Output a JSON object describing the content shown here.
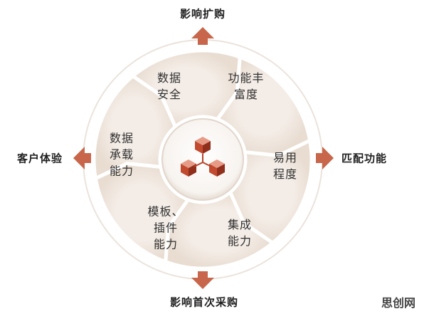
{
  "outer_labels": {
    "top": "影响扩购",
    "right": "匹配功能",
    "bottom": "影响首次采购",
    "left": "客户体验"
  },
  "segments": [
    {
      "label": "数据\n安全"
    },
    {
      "label": "功能丰\n富度"
    },
    {
      "label": "易用\n程度"
    },
    {
      "label": "集成\n能力"
    },
    {
      "label": "模板、\n插件\n能力"
    },
    {
      "label": "数据\n承载\n能力"
    }
  ],
  "center_icon": "cubes-icon",
  "watermark": "思创网",
  "colors": {
    "ring_fill": "#efe6de",
    "ring_stroke": "#ffffff",
    "arrow": "#c7664a",
    "cube": "#b8432a",
    "orbit": "#e6dcd4"
  }
}
